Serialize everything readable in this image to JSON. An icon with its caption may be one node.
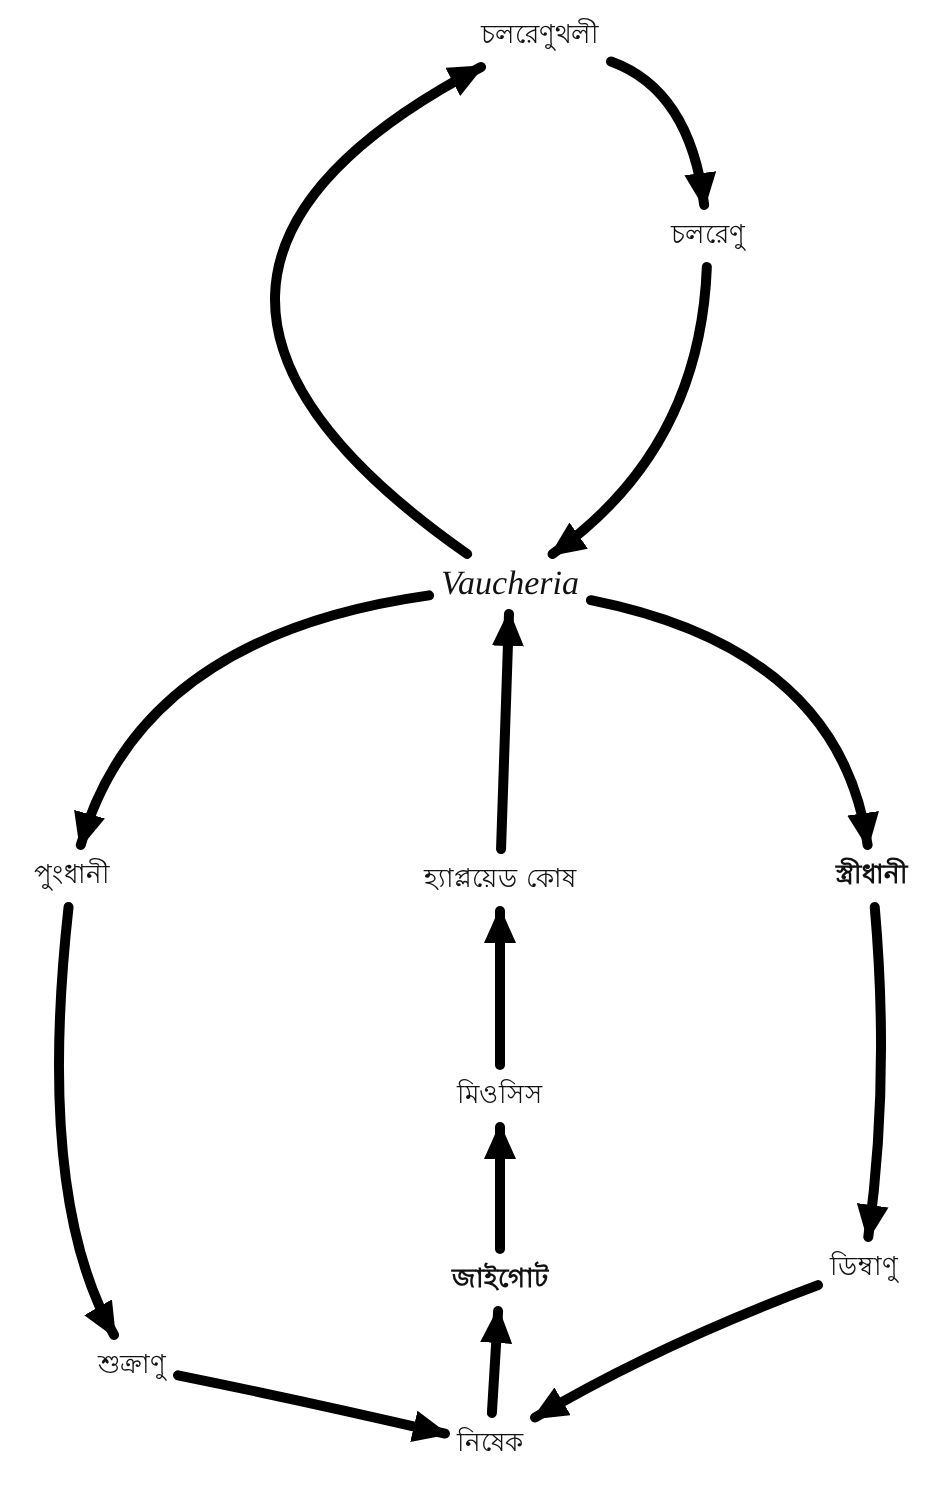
{
  "diagram": {
    "nodes": [
      {
        "text": [
          "চলরেণুথলী"
        ]
      },
      {
        "text": [
          "চলরেণু"
        ]
      },
      {
        "text": [
          "Vaucheria"
        ]
      },
      {
        "text": [
          "পুংধানী"
        ]
      },
      {
        "text": [
          "হ্যাপ্লয়েড কোষ"
        ]
      },
      {
        "text": [
          "স্ত্রীধানী"
        ]
      },
      {
        "text": [
          "মিওসিস"
        ]
      },
      {
        "text": [
          "জাইগোট"
        ]
      },
      {
        "text": [
          "শুক্রাণু"
        ]
      },
      {
        "text": [
          "ডিম্বাণু"
        ]
      },
      {
        "text": [
          "নিষেক"
        ]
      }
    ],
    "edges": [
      {
        "from": 2,
        "to": 0,
        "arrow": "to"
      },
      {
        "from": 0,
        "to": 1,
        "arrow": "to"
      },
      {
        "from": 1,
        "to": 2,
        "arrow": "to"
      },
      {
        "from": 2,
        "to": 3,
        "arrow": "to"
      },
      {
        "from": 2,
        "to": 5,
        "arrow": "to"
      },
      {
        "from": 3,
        "to": 8,
        "arrow": "to"
      },
      {
        "from": 5,
        "to": 9,
        "arrow": "to"
      },
      {
        "from": 8,
        "to": 10,
        "arrow": "to"
      },
      {
        "from": 9,
        "to": 10,
        "arrow": "to"
      },
      {
        "from": 10,
        "to": 7,
        "arrow": "to"
      },
      {
        "from": 7,
        "to": 6,
        "arrow": "to"
      },
      {
        "from": 6,
        "to": 4,
        "arrow": "to"
      },
      {
        "from": 4,
        "to": 2,
        "arrow": "to"
      }
    ]
  }
}
